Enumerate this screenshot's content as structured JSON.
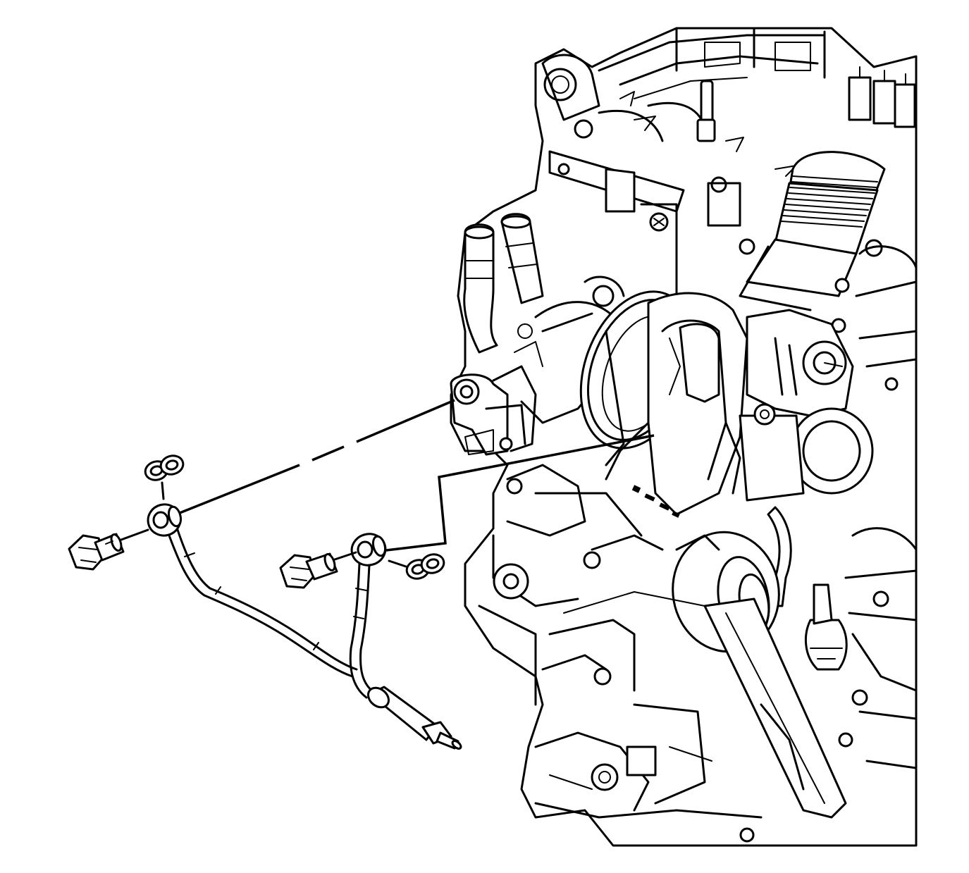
{
  "diagram": {
    "type": "exploded-view line drawing",
    "background_color": "#ffffff",
    "line_color": "#000000",
    "parts": [
      {
        "name": "turbocharger-oil-feed-pipe"
      },
      {
        "name": "upper-banjo-bolt"
      },
      {
        "name": "lower-banjo-bolt"
      },
      {
        "name": "upper-sealing-washers"
      },
      {
        "name": "lower-sealing-washers"
      },
      {
        "name": "engine-block"
      },
      {
        "name": "turbocharger"
      }
    ]
  }
}
